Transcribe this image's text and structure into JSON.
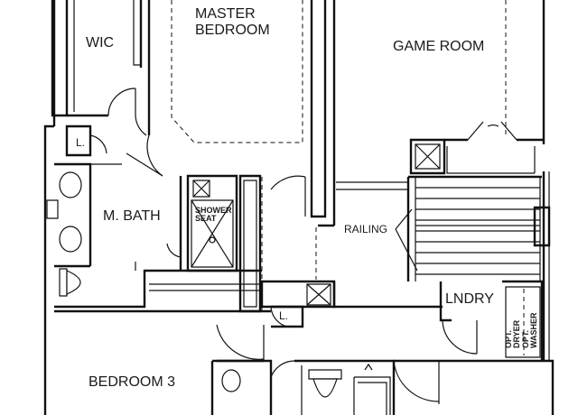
{
  "rooms": {
    "wic": "WIC",
    "master_line1": "MASTER",
    "master_line2": "BEDROOM",
    "game_room": "GAME ROOM",
    "m_bath": "M. BATH",
    "bedroom3": "BEDROOM 3",
    "lndry": "LNDRY"
  },
  "labels": {
    "linen1": "L.",
    "linen2": "L.",
    "shower_line1": "SHOWER",
    "shower_line2": "SEAT",
    "railing": "RAILING",
    "opt_dryer_1": "OPT.",
    "opt_dryer_2": "DRYER",
    "opt_washer_1": "OPT.",
    "opt_washer_2": "WASHER"
  }
}
